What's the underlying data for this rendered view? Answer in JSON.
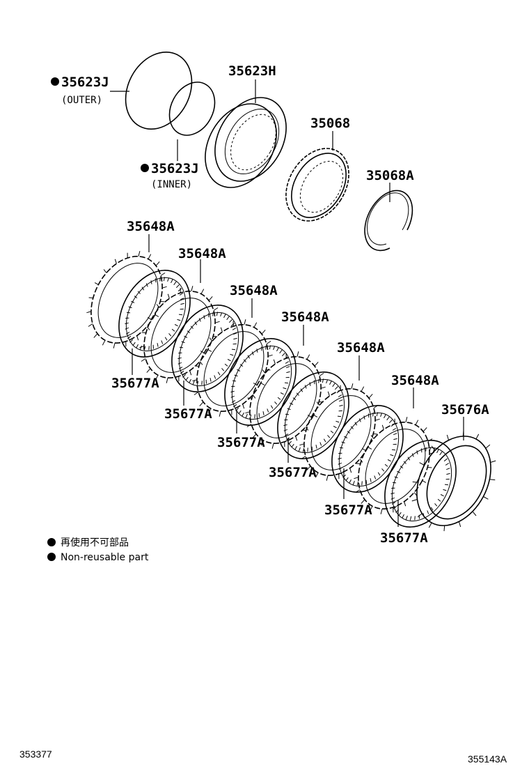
{
  "callouts": {
    "retainer_outer": "35623J",
    "retainer_outer_note": "(OUTER)",
    "retainer_inner": "35623J",
    "retainer_inner_note": "(INNER)",
    "one_way_clutch_outer": "35623H",
    "one_way_clutch": "35068",
    "snap_ring": "35068A",
    "steel_plate": "35648A",
    "friction_disc": "35677A",
    "pressure_plate": "35676A"
  },
  "legend": {
    "non_reusable_jp": "再使用不可部品",
    "non_reusable_en": "Non-reusable part"
  },
  "footer": {
    "left_code": "353377",
    "right_code": "355143A"
  },
  "colors": {
    "line": "#000000",
    "background": "#ffffff"
  },
  "icons": {
    "non_reusable_marker": "filled-circle-icon"
  }
}
